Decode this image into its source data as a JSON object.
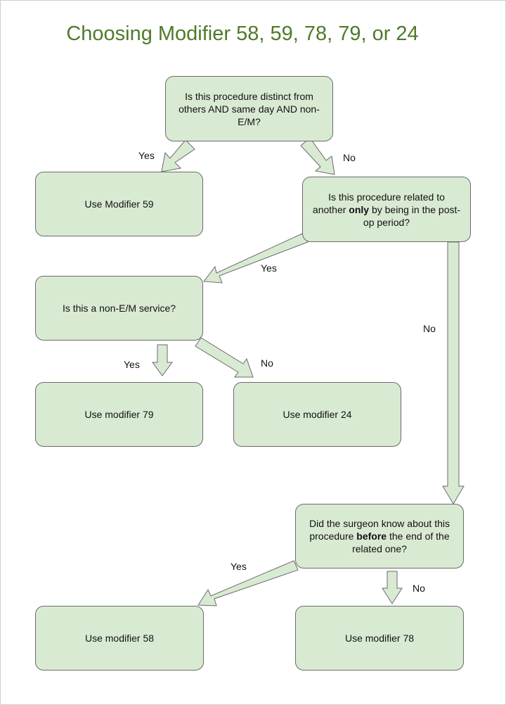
{
  "title": "Choosing Modifier 58, 59, 78, 79, or 24",
  "nodes": {
    "q1": {
      "pre": "Is this procedure distinct from others AND same day AND non-E/M?",
      "bold": "",
      "post": ""
    },
    "m59": {
      "pre": "Use Modifier 59",
      "bold": "",
      "post": ""
    },
    "q2": {
      "pre": "Is this procedure related to another ",
      "bold": "only",
      "post": " by being in the post-op period?"
    },
    "q3": {
      "pre": "Is this a non-E/M service?",
      "bold": "",
      "post": ""
    },
    "m79": {
      "pre": "Use modifier 79",
      "bold": "",
      "post": ""
    },
    "m24": {
      "pre": "Use modifier 24",
      "bold": "",
      "post": ""
    },
    "q4": {
      "pre": "Did the surgeon know about this procedure ",
      "bold": "before",
      "post": " the end of the related one?"
    },
    "m58": {
      "pre": "Use modifier 58",
      "bold": "",
      "post": ""
    },
    "m78": {
      "pre": "Use modifier 78",
      "bold": "",
      "post": ""
    }
  },
  "edges": [
    {
      "from": "q1",
      "to": "m59",
      "label": "Yes"
    },
    {
      "from": "q1",
      "to": "q2",
      "label": "No"
    },
    {
      "from": "q2",
      "to": "q3",
      "label": "Yes"
    },
    {
      "from": "q2",
      "to": "q4",
      "label": "No"
    },
    {
      "from": "q3",
      "to": "m79",
      "label": "Yes"
    },
    {
      "from": "q3",
      "to": "m24",
      "label": "No"
    },
    {
      "from": "q4",
      "to": "m58",
      "label": "Yes"
    },
    {
      "from": "q4",
      "to": "m78",
      "label": "No"
    }
  ],
  "colors": {
    "box_fill": "#d9ead3",
    "box_stroke": "#6b6b6b",
    "title": "#4f7a2a"
  }
}
